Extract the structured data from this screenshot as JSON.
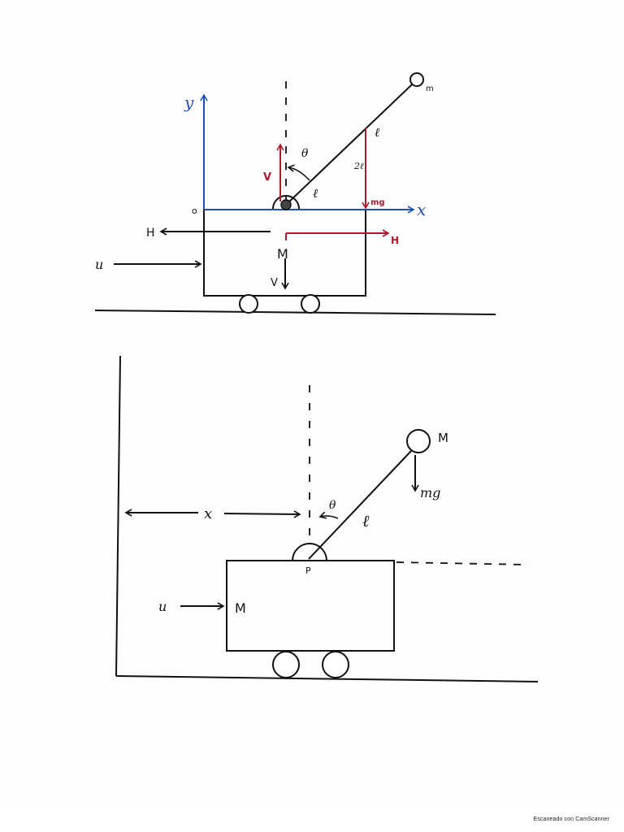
{
  "colors": {
    "ink": "#111111",
    "axis_blue": "#1f4fb5",
    "force_red": "#b0182b"
  },
  "top_diagram": {
    "y_axis_label": "y",
    "x_axis_label": "x",
    "origin_label": "o",
    "mass_label": "m",
    "rod_label_upper": "ℓ",
    "rod_label_lower": "ℓ",
    "length_label": "2ℓ",
    "angle_label": "θ",
    "force_v_up": "V",
    "force_v_down": "V",
    "force_mg": "mg",
    "force_h_left": "H",
    "force_h_right": "H",
    "cart_mass_label": "M",
    "input_label": "u"
  },
  "bottom_diagram": {
    "mass_label": "M",
    "weight_label": "mg",
    "angle_label": "θ",
    "rod_label": "ℓ",
    "position_label": "x",
    "pivot_label": "P",
    "cart_mass_label": "M",
    "input_label": "u"
  },
  "footer": {
    "scanner_note": "Escaneado con CamScanner"
  }
}
